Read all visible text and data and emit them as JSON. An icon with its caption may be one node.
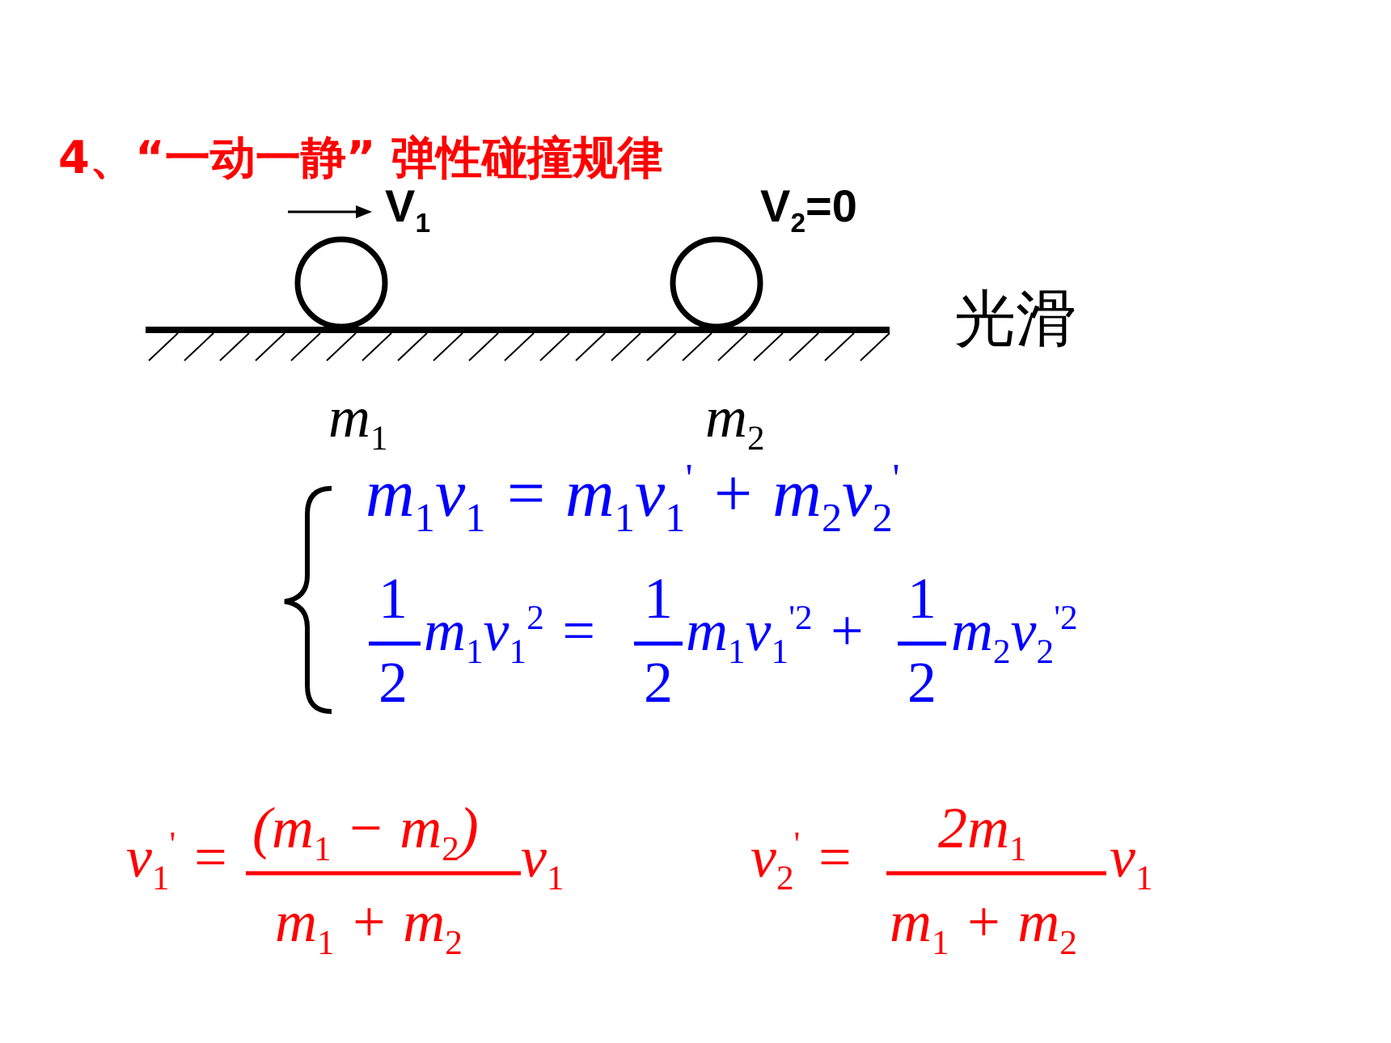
{
  "diagram": {
    "title": "4、“一动一静” 弹性碰撞规律",
    "labels": [
      "V$_{1}$",
      "V$_{2}$=0",
      "光滑",
      "m$_{1}$",
      "m$_{2}$",
      "m$_{1}$v$_{1}$ = m$_{1}$v$_{1}$$^{'}$ + m$_{2}$v$_{2}$$^{'}$",
      "1",
      "2",
      "m$_{1}$v$_{1}$$^{2}$ =",
      "1",
      "2",
      "m$_{1}$v$_{1}$$^{'2}$ +",
      "1",
      "2",
      "m$_{2}$v$_{2}$$^{'2}$",
      "v$_{1}$$^{'}$ =",
      "(m$_{1}$ − m$_{2}$)",
      "m$_{1}$ + m$_{2}$",
      "v$_{1}$",
      "v$_{2}$$^{'}$ =",
      "2m$_{1}$",
      "m$_{1}$ + m$_{2}$",
      "v$_{1}$"
    ]
  }
}
